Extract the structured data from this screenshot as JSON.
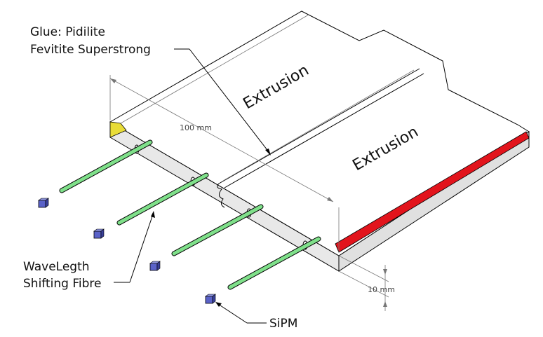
{
  "labels": {
    "glue_line1": "Glue: Pidilite",
    "glue_line2": "Fevitite Superstrong",
    "wls_line1": "WaveLegth",
    "wls_line2": "Shifting Fibre",
    "sipm": "SiPM",
    "extrusion_top": "Extrusion",
    "extrusion_bottom": "Extrusion"
  },
  "dimensions": {
    "width_label": "100 mm",
    "thickness_label": "10 mm"
  },
  "colors": {
    "background": "#ffffff",
    "extrusion_top_face": "#ffffff",
    "extrusion_side_face": "#e8e8e8",
    "end_face_highlight": "#e8dc38",
    "edge_highlight": "#e2141c",
    "fibre": "#7fe08a",
    "sipm": "#5a62c8",
    "outline": "#000000"
  }
}
